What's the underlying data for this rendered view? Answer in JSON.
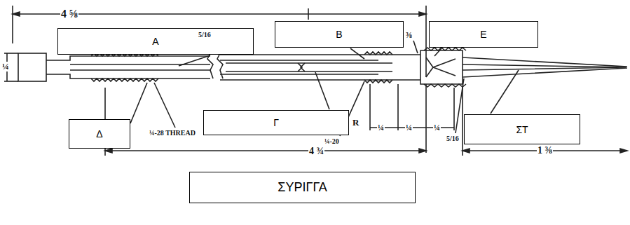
{
  "diagram": {
    "nodes": [
      {
        "text": [
          "Α"
        ]
      },
      {
        "text": [
          "Β"
        ]
      },
      {
        "text": [
          "Ε"
        ]
      },
      {
        "text": [
          "Γ"
        ]
      },
      {
        "text": [
          "Δ"
        ]
      },
      {
        "text": [
          "ΣΤ"
        ]
      },
      {
        "text": [
          "ΣΥΡΙΓΓΑ"
        ]
      }
    ],
    "labels": [
      "4 ⅝",
      "¼",
      "5/16",
      "⅜",
      "¼-28 THREAD",
      "¼-20",
      "R",
      "¼",
      "¼",
      "¼",
      "4 ¾",
      "1 ⅜",
      "5/16"
    ]
  }
}
